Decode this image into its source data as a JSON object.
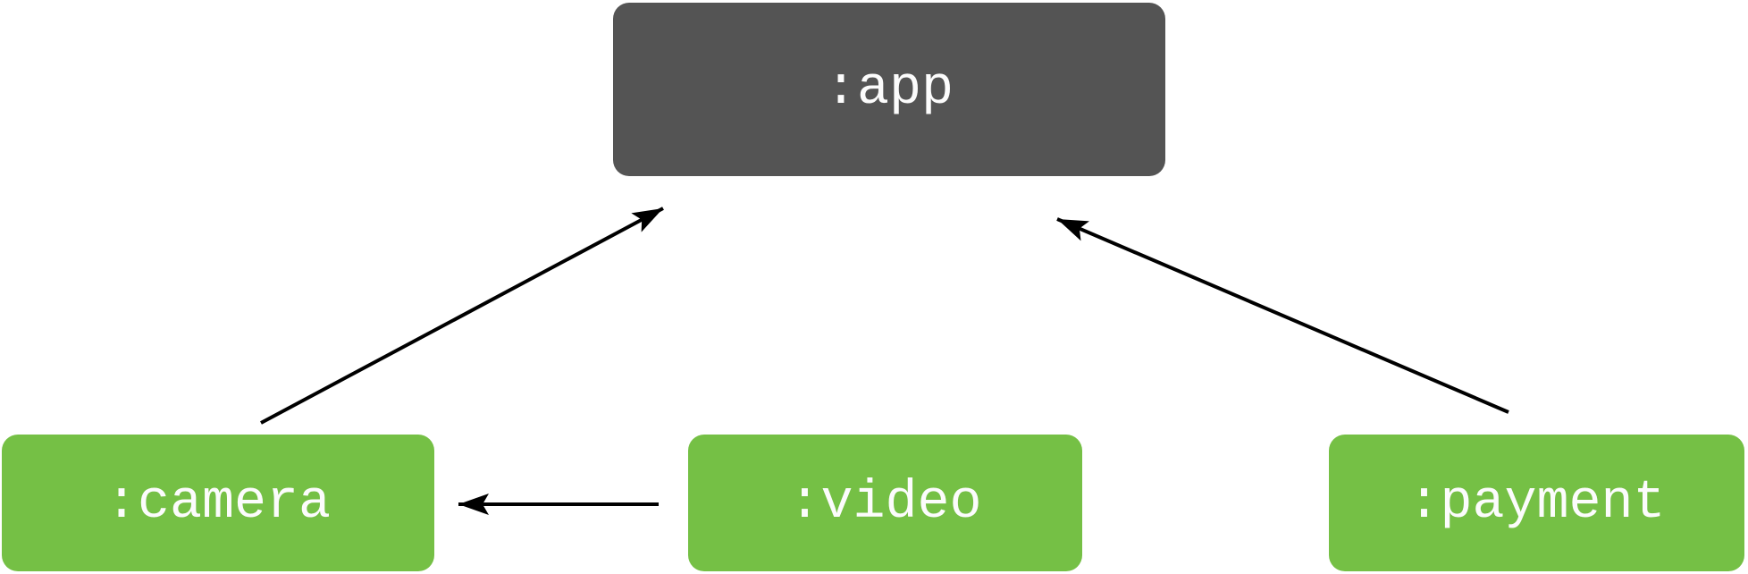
{
  "diagram": {
    "type": "module-dependency-graph",
    "background_color": "#ffffff",
    "edge_color": "#000000",
    "nodes": {
      "app": {
        "label": ":app",
        "fill_color": "#545454",
        "text_color": "#fcfcfc"
      },
      "camera": {
        "label": ":camera",
        "fill_color": "#75c045",
        "text_color": "#fcfcfc"
      },
      "video": {
        "label": ":video",
        "fill_color": "#75c045",
        "text_color": "#fcfcfc"
      },
      "payment": {
        "label": ":payment",
        "fill_color": "#75c045",
        "text_color": "#fcfcfc"
      }
    },
    "edges": [
      {
        "source": ":camera",
        "target": ":app"
      },
      {
        "source": ":payment",
        "target": ":app"
      },
      {
        "source": ":video",
        "target": ":camera"
      }
    ]
  }
}
